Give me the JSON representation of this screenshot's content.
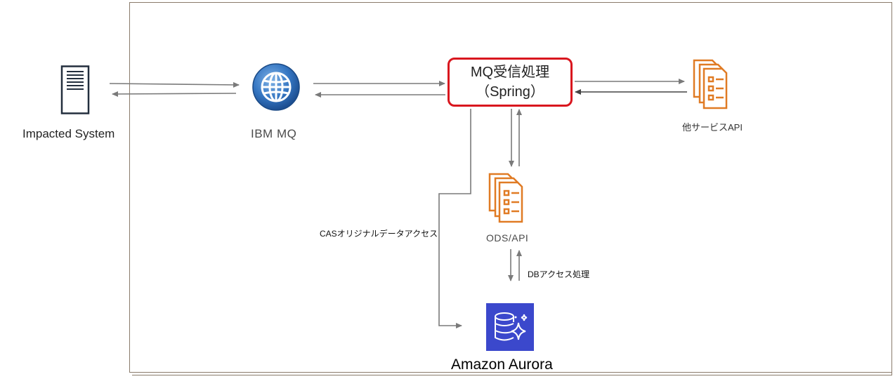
{
  "nodes": {
    "impacted_system": {
      "label": "Impacted System"
    },
    "ibm_mq": {
      "label": "IBM MQ"
    },
    "spring": {
      "line1": "MQ受信処理",
      "line2": "（Spring）"
    },
    "other_api": {
      "label": "他サービスAPI"
    },
    "ods_api": {
      "label": "ODS/API"
    },
    "aurora": {
      "label": "Amazon Aurora"
    }
  },
  "edges": {
    "cas_label": "CASオリジナルデータアクセス",
    "db_label": "DBアクセス処理"
  },
  "colors": {
    "spring_border": "#d9161e",
    "doc_icon": "#e07b24",
    "aurora_bg": "#3b48cc",
    "arrow": "#7a7a7a"
  },
  "icons": {
    "impacted_system": "server-icon",
    "ibm_mq": "globe-icon",
    "other_api": "document-stack-icon",
    "ods_api": "document-stack-icon",
    "aurora": "aurora-database-icon"
  }
}
